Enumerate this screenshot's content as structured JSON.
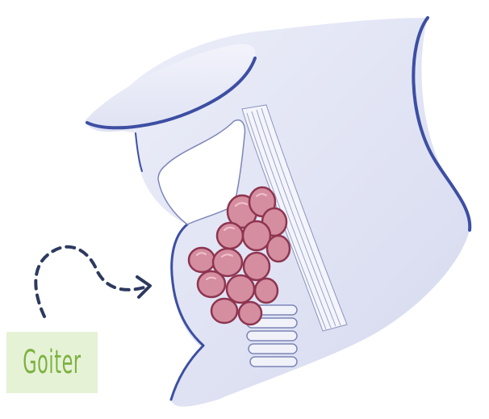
{
  "label": {
    "text": "Goiter",
    "color": "#7cb241",
    "background": "#e6f2d6"
  },
  "colors": {
    "neck_fill": "#e3e6f6",
    "neck_outline": "#3d4fa3",
    "gland_fill": "#d58ea0",
    "gland_outline": "#8e3550",
    "arrow": "#2d3a5e"
  },
  "icons": {
    "arrow": "curved-dashed-arrow",
    "gland": "enlarged-thyroid-gland"
  }
}
